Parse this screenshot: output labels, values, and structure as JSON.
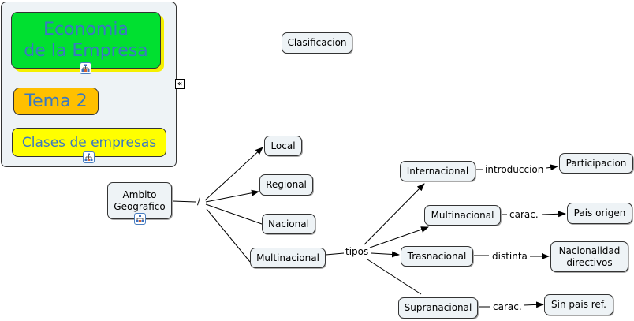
{
  "panel": {
    "title": "Economia\nde la Empresa",
    "title_line1": "Economia",
    "title_line2": "de la Empresa",
    "topic": "Tema 2",
    "subtopic": "Clases de empresas",
    "collapse_glyph": "«"
  },
  "colors": {
    "title_bg": "#00e030",
    "topic_bg": "#ffc000",
    "subtopic_bg": "#ffff00",
    "node_bg": "#eef3f6",
    "text_blue": "#3a78c2"
  },
  "nodes": {
    "clasificacion": "Clasificacion",
    "ambito_line1": "Ambito",
    "ambito_line2": "Geografico",
    "local": "Local",
    "regional": "Regional",
    "nacional": "Nacional",
    "multinacional": "Multinacional",
    "internacional": "Internacional",
    "multinacional2": "Multinacional",
    "trasnacional": "Trasnacional",
    "supranacional": "Supranacional",
    "participacion": "Participacion",
    "pais_origen": "Pais origen",
    "nacionalidad_line1": "Nacionalidad",
    "nacionalidad_line2": "directivos",
    "sin_pais": "Sin pais ref."
  },
  "link_labels": {
    "slash": "/",
    "tipos": "tipos",
    "introduccion": "introduccion",
    "carac1": "carac.",
    "distinta": "distinta",
    "carac2": "carac."
  },
  "icons": {
    "submap": "submap-icon",
    "collapse": "double-chevron-left-icon"
  }
}
